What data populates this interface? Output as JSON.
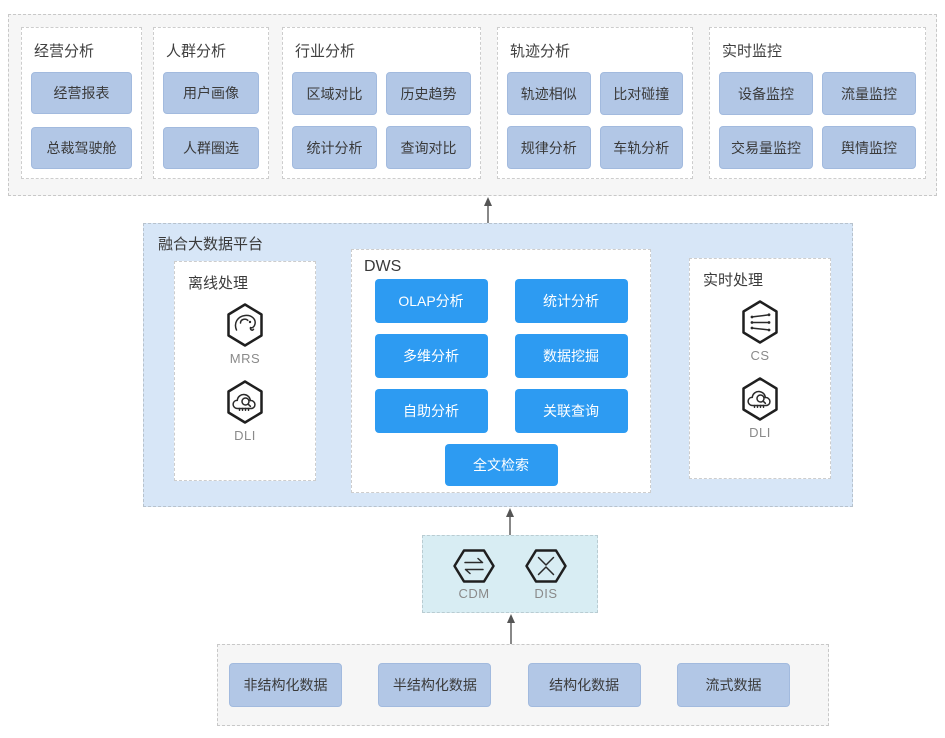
{
  "top": {
    "sections": [
      {
        "title": "经营分析",
        "buttons": [
          "经营报表",
          "总裁驾驶舱"
        ]
      },
      {
        "title": "人群分析",
        "buttons": [
          "用户画像",
          "人群圈选"
        ]
      },
      {
        "title": "行业分析",
        "buttons": [
          "区域对比",
          "历史趋势",
          "统计分析",
          "查询对比"
        ]
      },
      {
        "title": "轨迹分析",
        "buttons": [
          "轨迹相似",
          "比对碰撞",
          "规律分析",
          "车轨分析"
        ]
      },
      {
        "title": "实时监控",
        "buttons": [
          "设备监控",
          "流量监控",
          "交易量监控",
          "舆情监控"
        ]
      }
    ]
  },
  "platform": {
    "title": "融合大数据平台",
    "offline": {
      "title": "离线处理",
      "services": [
        {
          "name": "MRS",
          "icon": "mrs-elephant-hexagon-icon"
        },
        {
          "name": "DLI",
          "icon": "dli-cloud-search-hexagon-icon"
        }
      ]
    },
    "dws": {
      "title": "DWS",
      "buttons": [
        "OLAP分析",
        "统计分析",
        "多维分析",
        "数据挖掘",
        "自助分析",
        "关联查询"
      ],
      "bottom_button": "全文检索"
    },
    "realtime": {
      "title": "实时处理",
      "services": [
        {
          "name": "CS",
          "icon": "cs-stream-hexagon-icon"
        },
        {
          "name": "DLI",
          "icon": "dli-cloud-search-hexagon-icon"
        }
      ]
    }
  },
  "ingestion": {
    "services": [
      {
        "name": "CDM",
        "icon": "cdm-migration-arrows-hexagon-icon"
      },
      {
        "name": "DIS",
        "icon": "dis-crossing-streams-hexagon-icon"
      }
    ]
  },
  "sources": {
    "buttons": [
      "非结构化数据",
      "半结构化数据",
      "结构化数据",
      "流式数据"
    ]
  },
  "colors": {
    "accent_blue": "#2d9bf2",
    "pill_blue": "#b2c7e6",
    "platform_bg": "#d7e6f7",
    "ingest_bg": "#d8edf3",
    "container_bg": "#f6f6f6",
    "dashed_border": "#c8c8c8"
  }
}
